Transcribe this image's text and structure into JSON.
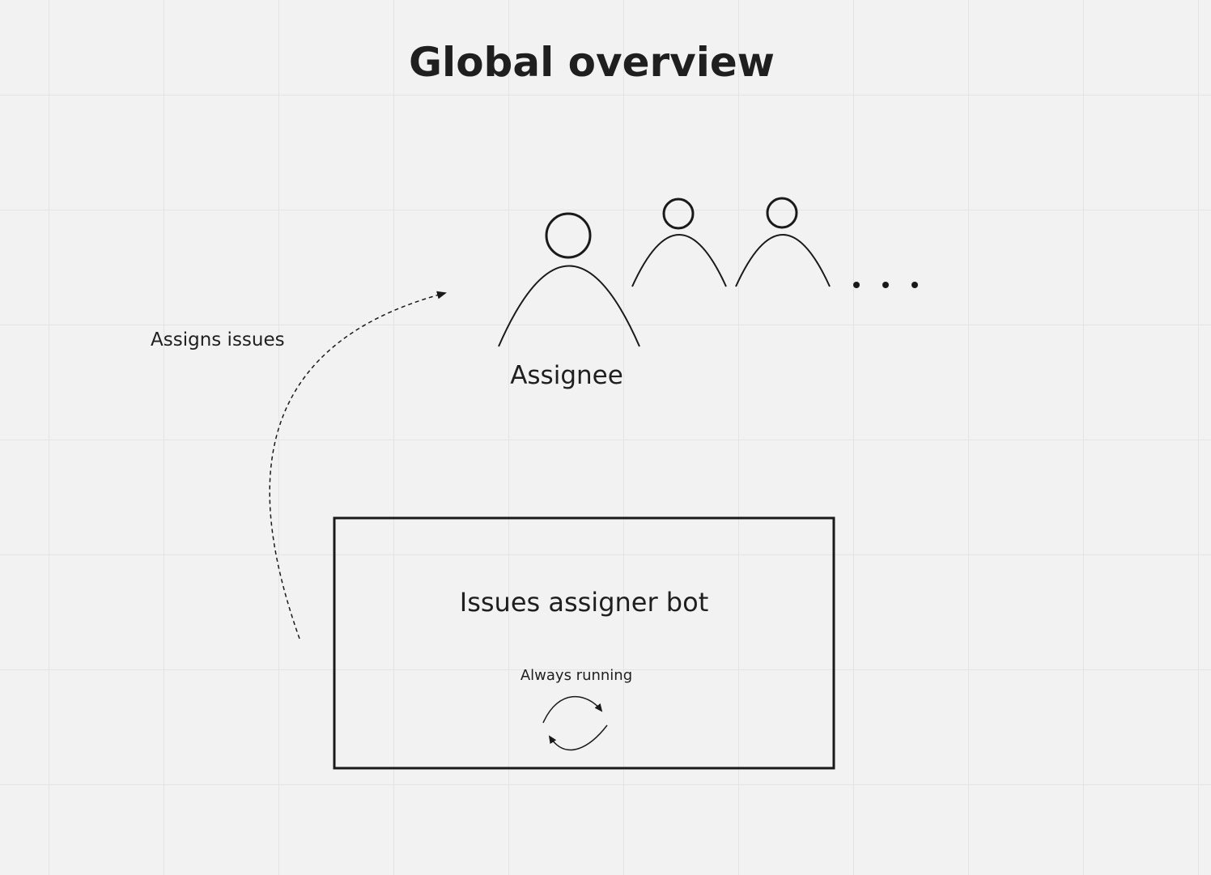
{
  "diagram": {
    "title": "Global overview",
    "assignee_label": "Assignee",
    "ellipsis": "...",
    "flow_label": "Assigns issues",
    "bot": {
      "label": "Issues assigner bot",
      "status_label": "Always running",
      "status_icon": "refresh-cycle-icon"
    },
    "colors": {
      "background": "#f2f2f2",
      "grid": "#e4e4e4",
      "stroke": "#1a1a1a"
    }
  }
}
